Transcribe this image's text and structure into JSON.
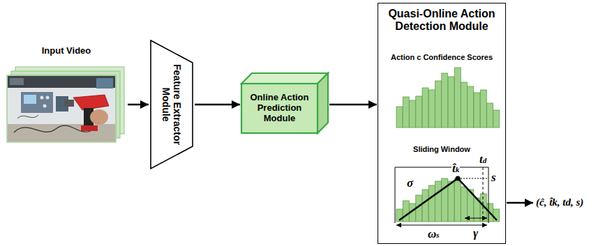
{
  "diagram": {
    "nodes": [
      {
        "text": [
          "Input Video"
        ]
      },
      {
        "text": [
          "Feature Extractor Module"
        ]
      },
      {
        "text": [
          "Online Action Prediction Module"
        ]
      },
      {
        "text": [
          "Quasi-Online Action Detection Module"
        ]
      }
    ],
    "edges": [
      {
        "from": 0,
        "to": 1,
        "arrow": "to"
      },
      {
        "from": 1,
        "to": 2,
        "arrow": "to"
      },
      {
        "from": 2,
        "to": 3,
        "arrow": "to"
      }
    ],
    "labels": [
      "Action c Confidence Scores",
      "Sliding Window",
      "t̂k",
      "td",
      "σ",
      "s",
      "ωs",
      "γ",
      "(ĉ, t̂k, td, s)"
    ]
  }
}
